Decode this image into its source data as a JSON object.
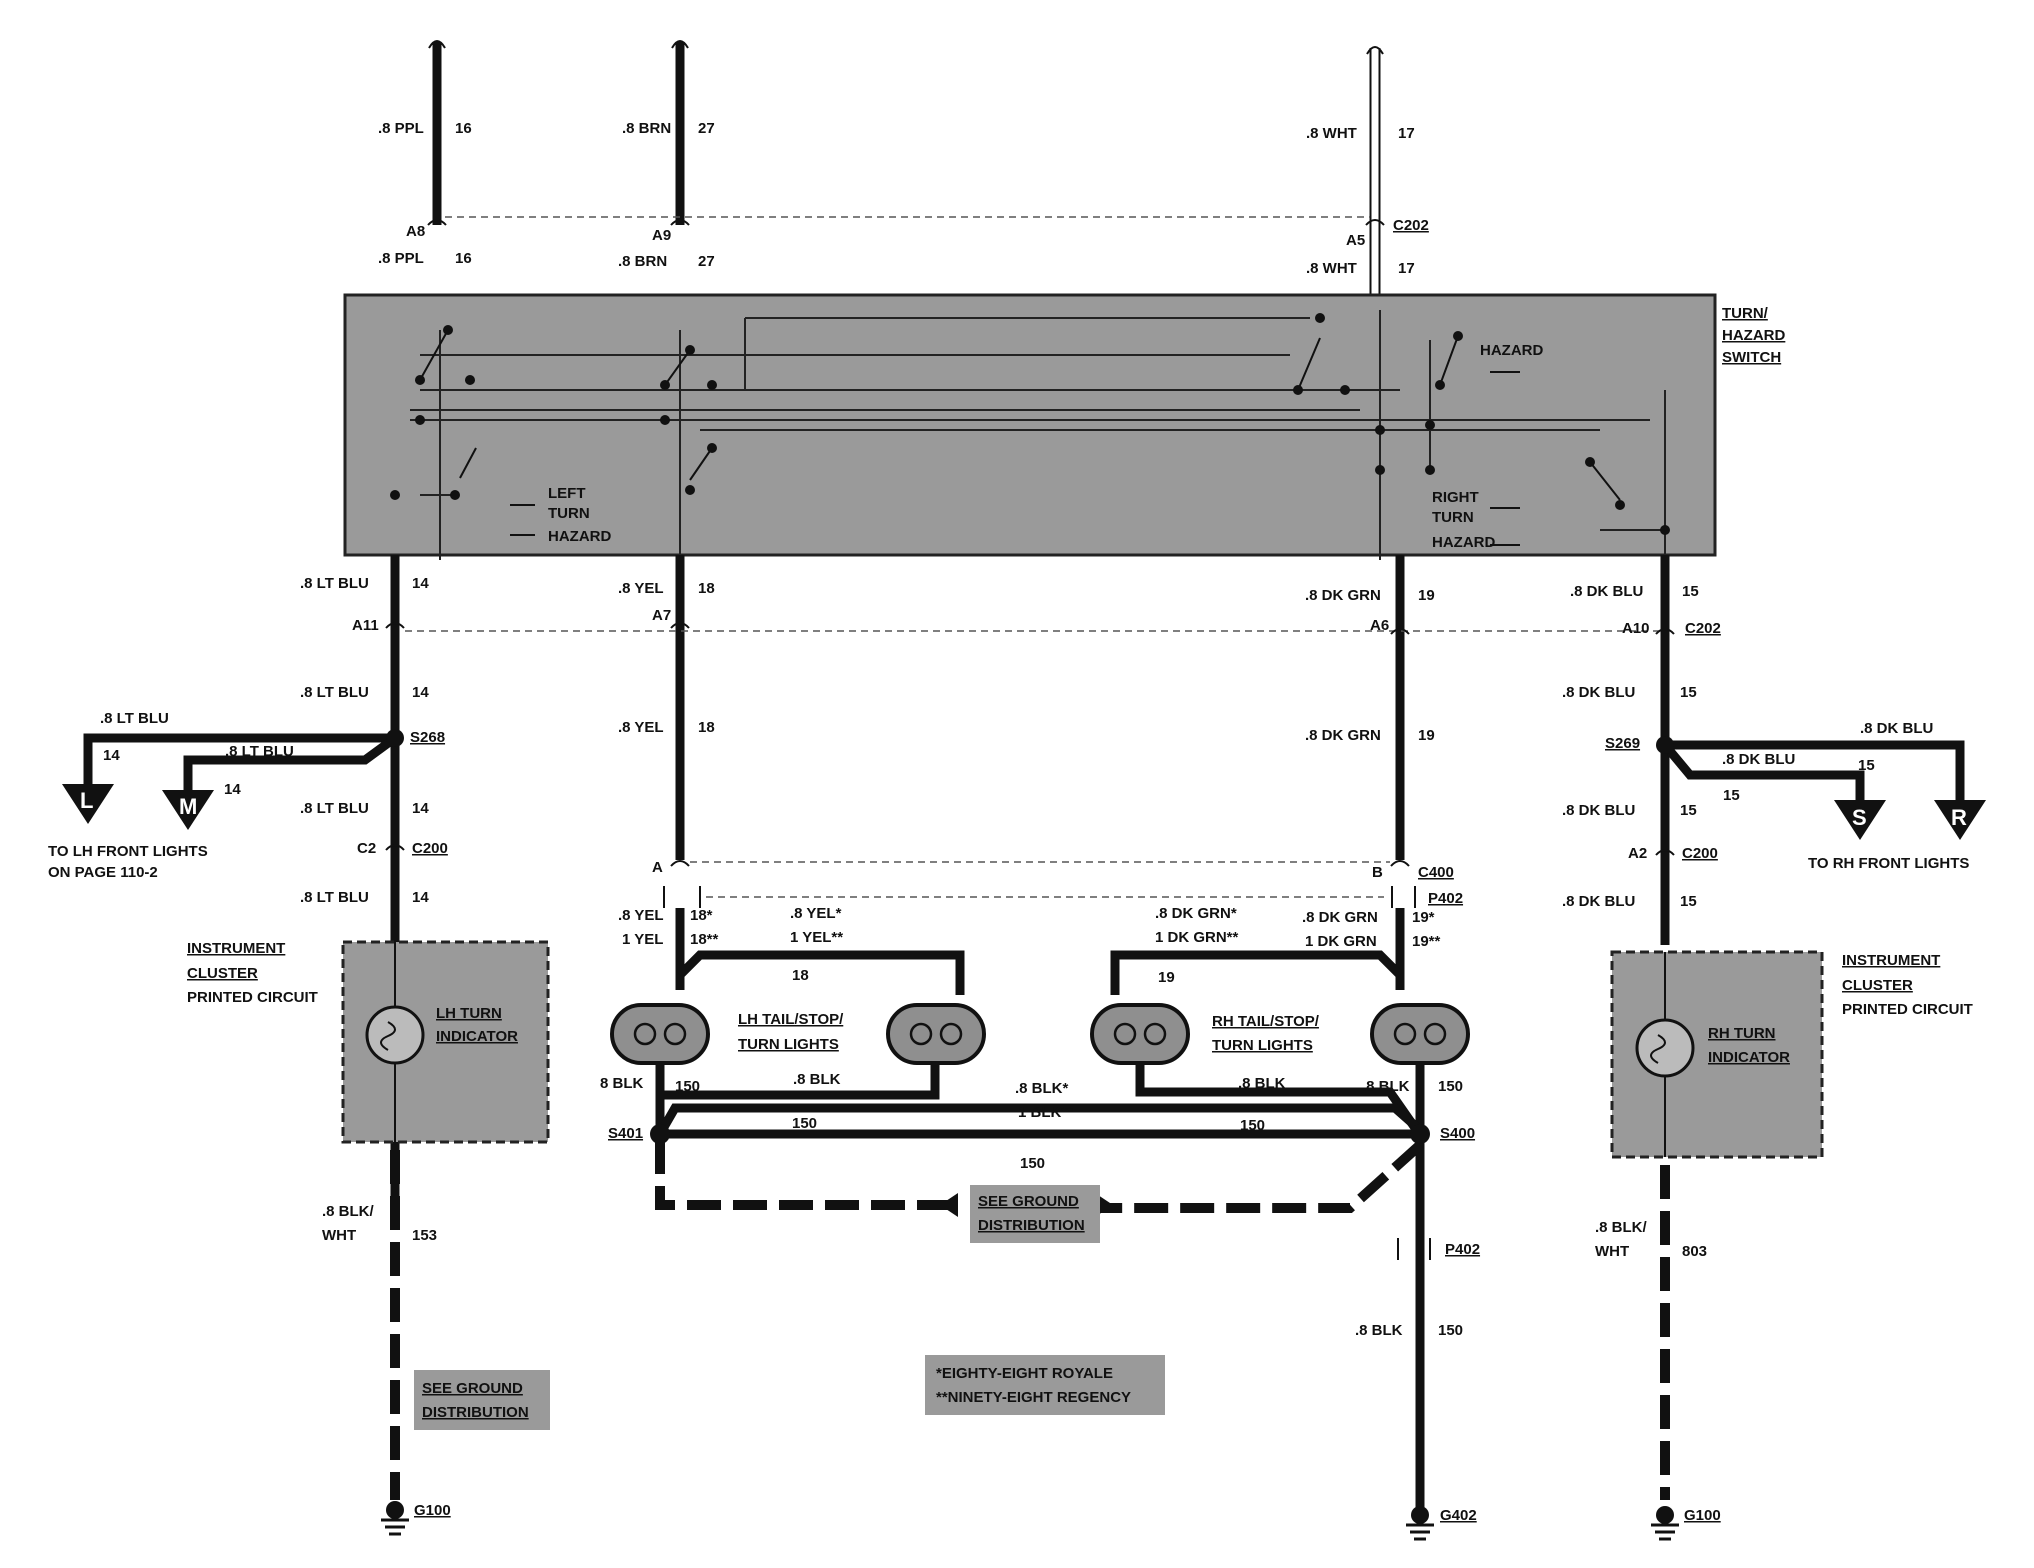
{
  "top_wires": [
    {
      "size_color": ".8 PPL",
      "circuit": "16"
    },
    {
      "size_color": ".8 BRN",
      "circuit": "27"
    },
    {
      "size_color": ".8 WHT",
      "circuit": "17"
    }
  ],
  "c202_top": {
    "pins": [
      "A8",
      "A9",
      "A5"
    ],
    "name": "C202"
  },
  "switch": {
    "title_lines": [
      "TURN/",
      "HAZARD",
      "SWITCH"
    ],
    "inner_labels": [
      "HAZARD",
      "LEFT",
      "TURN",
      "HAZARD",
      "RIGHT",
      "TURN",
      "HAZARD"
    ]
  },
  "switch_inputs": [
    {
      "size_color": ".8 PPL",
      "circuit": "16"
    },
    {
      "size_color": ".8 BRN",
      "circuit": "27"
    },
    {
      "size_color": ".8 WHT",
      "circuit": "17"
    }
  ],
  "switch_outputs": [
    {
      "size_color": ".8 LT BLU",
      "circuit": "14",
      "pin": "A11"
    },
    {
      "size_color": ".8 YEL",
      "circuit": "18",
      "pin": "A7"
    },
    {
      "size_color": ".8 DK GRN",
      "circuit": "19",
      "pin": "A6"
    },
    {
      "size_color": ".8 DK BLU",
      "circuit": "15",
      "pin": "A10"
    }
  ],
  "c202_bottom": {
    "name": "C202"
  },
  "left_branch": {
    "wire_below": {
      "size_color": ".8 LT BLU",
      "circuit": "14"
    },
    "splice": "S268",
    "out_l": {
      "size_color": ".8 LT BLU",
      "circuit": "14",
      "letter": "L"
    },
    "out_m": {
      "size_color": ".8 LT BLU",
      "circuit": "14",
      "letter": "M"
    },
    "to_text_1": "TO LH FRONT LIGHTS",
    "to_text_2": "ON PAGE 110-2",
    "wire_to_c200": {
      "size_color": ".8 LT BLU",
      "circuit": "14"
    },
    "c200_pin": "C2",
    "c200": "C200",
    "wire_to_cluster": {
      "size_color": ".8 LT BLU",
      "circuit": "14"
    },
    "cluster_1": "INSTRUMENT",
    "cluster_2": "CLUSTER",
    "cluster_3": "PRINTED CIRCUIT",
    "indicator_1": "LH TURN",
    "indicator_2": "INDICATOR",
    "ground_wire_1": ".8 BLK/",
    "ground_wire_2": "WHT",
    "ground_circuit": "153",
    "see_ground_1": "SEE GROUND",
    "see_ground_2": "DISTRIBUTION",
    "ground": "G100"
  },
  "right_branch": {
    "wire_below": {
      "size_color": ".8 DK BLU",
      "circuit": "15"
    },
    "splice": "S269",
    "out_r": {
      "size_color": ".8 DK BLU",
      "circuit": "15",
      "letter": "R"
    },
    "out_s": {
      "size_color": ".8 DK BLU",
      "circuit": "15",
      "letter": "S"
    },
    "to_text": "TO RH FRONT LIGHTS",
    "wire_to_c200": {
      "size_color": ".8 DK BLU",
      "circuit": "15"
    },
    "c200_pin": "A2",
    "c200": "C200",
    "wire_to_cluster": {
      "size_color": ".8 DK BLU",
      "circuit": "15"
    },
    "cluster_1": "INSTRUMENT",
    "cluster_2": "CLUSTER",
    "cluster_3": "PRINTED CIRCUIT",
    "indicator_1": "RH TURN",
    "indicator_2": "INDICATOR",
    "ground_wire_1": ".8 BLK/",
    "ground_wire_2": "WHT",
    "ground_circuit": "803",
    "ground": "G100"
  },
  "center": {
    "yel_mid": {
      "size_color": ".8 YEL",
      "circuit": "18"
    },
    "grn_mid": {
      "size_color": ".8 DK GRN",
      "circuit": "19"
    },
    "c400_a": "A",
    "c400_b": "B",
    "c400": "C400",
    "p402": "P402",
    "yel_lamp_a": ".8 YEL",
    "yel_lamp_a_c": "18*",
    "yel_lamp_b": "1 YEL",
    "yel_lamp_b_c": "18**",
    "yel_branch_a": ".8 YEL*",
    "yel_branch_b": "1 YEL**",
    "yel_branch_c": "18",
    "grn_branch_a": ".8 DK GRN*",
    "grn_branch_b": "1 DK GRN**",
    "grn_branch_c": "19",
    "grn_lamp_a": ".8 DK GRN",
    "grn_lamp_a_c": "19*",
    "grn_lamp_b": "1 DK GRN",
    "grn_lamp_b_c": "19**",
    "lh_lights_1": "LH TAIL/STOP/",
    "lh_lights_2": "TURN LIGHTS",
    "rh_lights_1": "RH TAIL/STOP/",
    "rh_lights_2": "TURN LIGHTS",
    "blk_1": "8 BLK",
    "blk_1_c": "150",
    "blk_2": ".8 BLK",
    "blk_mid_a": ".8 BLK*",
    "blk_mid_b": "1 BLK**",
    "blk_3": ".8 BLK",
    "blk_4": ".8 BLK",
    "blk_4_c": "150",
    "c150_a": "150",
    "c150_b": "150",
    "c150_c": "150",
    "s401": "S401",
    "s400": "S400",
    "see_ground_1": "SEE GROUND",
    "see_ground_2": "DISTRIBUTION",
    "p402_b": "P402",
    "blk_5": ".8 BLK",
    "blk_5_c": "150",
    "ground": "G402",
    "note_1": "*EIGHTY-EIGHT ROYALE",
    "note_2": "**NINETY-EIGHT REGENCY"
  }
}
